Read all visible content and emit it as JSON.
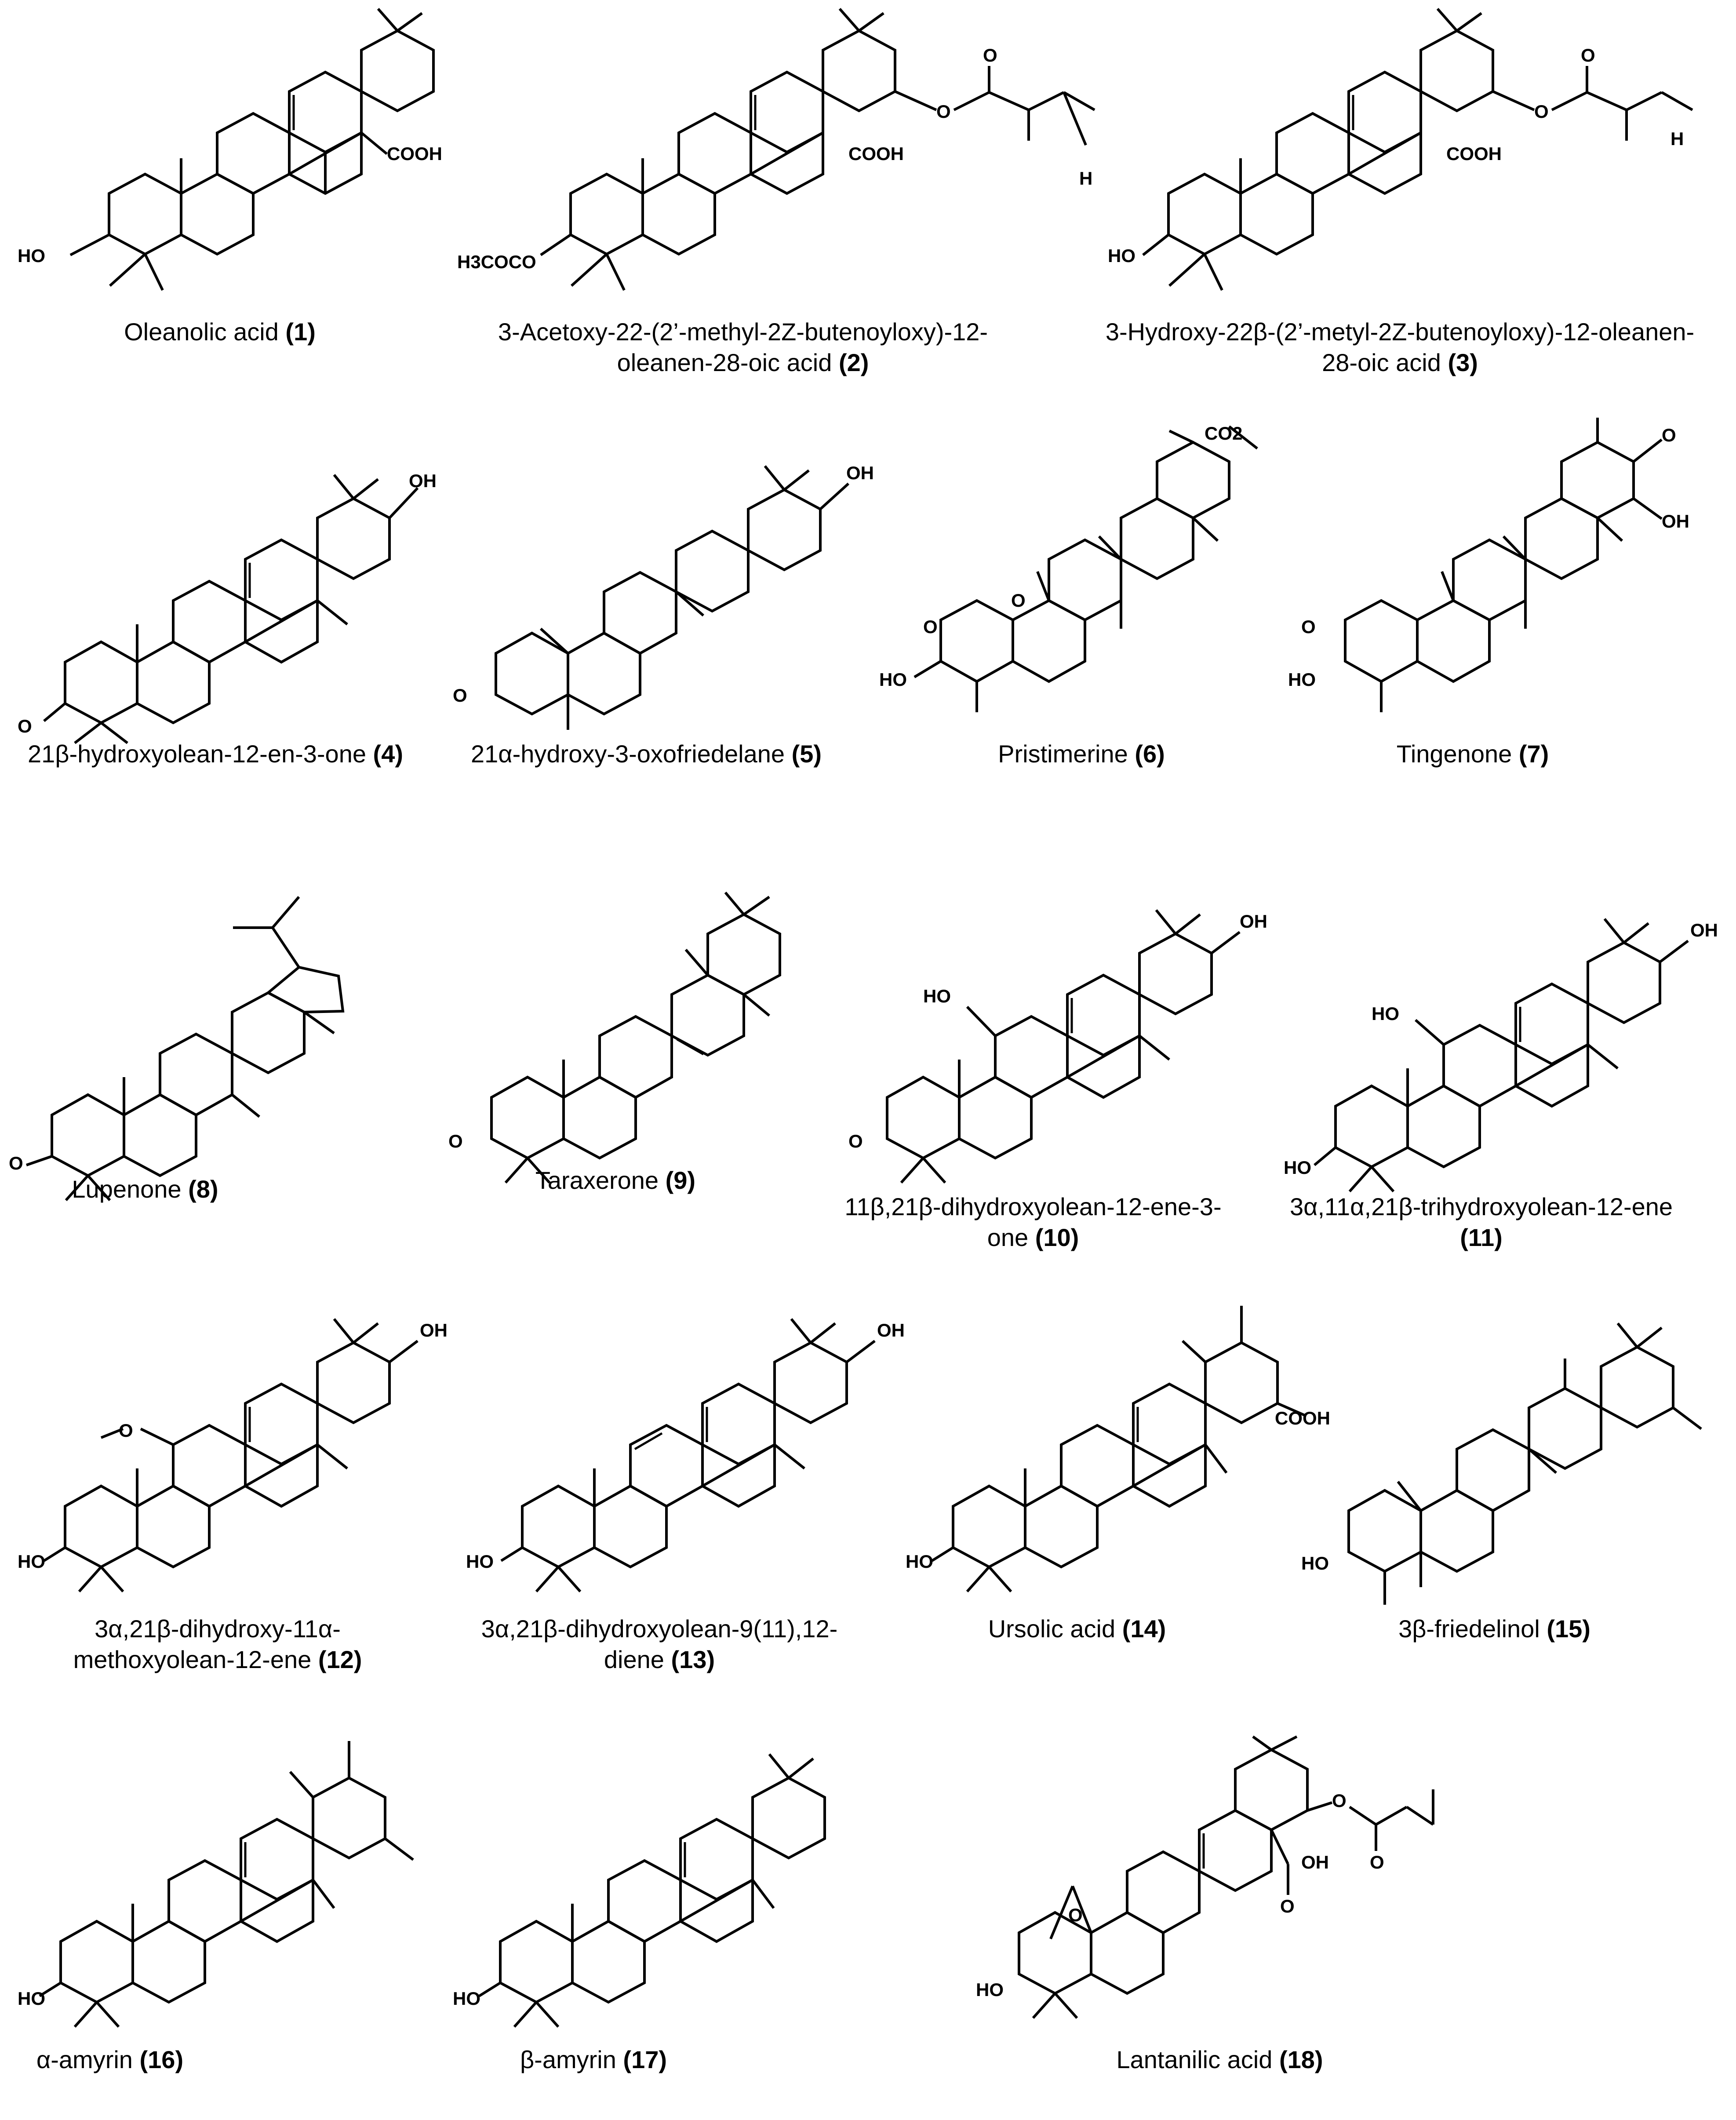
{
  "compounds": [
    {
      "name": "Oleanolic acid",
      "num": "(1)",
      "labels": [
        "HO",
        "COOH"
      ]
    },
    {
      "name": "3-Acetoxy-22-(2’-methyl-2Z-butenoyloxy)-12-oleanen-28-oic acid",
      "num": "(2)",
      "labels": [
        "H3COCO",
        "COOH",
        "O",
        "O",
        "H"
      ]
    },
    {
      "name": "3-Hydroxy-22β-(2’-metyl-2Z-butenoyloxy)-12-oleanen-28-oic acid",
      "num": "(3)",
      "labels": [
        "HO",
        "COOH",
        "O",
        "O",
        "H"
      ]
    },
    {
      "name": "21β-hydroxyolean-12-en-3-one",
      "num": "(4)",
      "labels": [
        "O",
        "OH"
      ]
    },
    {
      "name": "21α-hydroxy-3-oxofriedelane",
      "num": "(5)",
      "labels": [
        "O",
        "OH"
      ]
    },
    {
      "name": "Pristimerine",
      "num": "(6)",
      "labels": [
        "O",
        "O",
        "HO",
        "CO2"
      ]
    },
    {
      "name": "Tingenone",
      "num": "(7)",
      "labels": [
        "O",
        "HO",
        "O",
        "OH"
      ]
    },
    {
      "name": "Lupenone",
      "num": "(8)",
      "labels": [
        "O"
      ]
    },
    {
      "name": "Taraxerone",
      "num": "(9)",
      "labels": [
        "O"
      ]
    },
    {
      "name": "11β,21β-dihydroxyolean-12-ene-3-one",
      "num": "(10)",
      "labels": [
        "O",
        "HO",
        "OH"
      ]
    },
    {
      "name": "3α,11α,21β-trihydroxyolean-12-ene",
      "num": "(11)",
      "labels": [
        "HO",
        "HO",
        "OH"
      ]
    },
    {
      "name": "3α,21β-dihydroxy-11α-methoxyolean-12-ene",
      "num": "(12)",
      "labels": [
        "HO",
        "O",
        "OH"
      ]
    },
    {
      "name": "3α,21β-dihydroxyolean-9(11),12-diene",
      "num": "(13)",
      "labels": [
        "HO",
        "OH"
      ]
    },
    {
      "name": "Ursolic acid",
      "num": "(14)",
      "labels": [
        "HO",
        "COOH"
      ]
    },
    {
      "name": "3β-friedelinol",
      "num": "(15)",
      "labels": [
        "HO"
      ]
    },
    {
      "name": "α-amyrin",
      "num": "(16)",
      "labels": [
        "HO"
      ]
    },
    {
      "name": "β-amyrin",
      "num": "(17)",
      "labels": [
        "HO"
      ]
    },
    {
      "name": "Lantanilic acid",
      "num": "(18)",
      "labels": [
        "HO",
        "O",
        "O",
        "OH",
        "O",
        "O"
      ]
    }
  ]
}
